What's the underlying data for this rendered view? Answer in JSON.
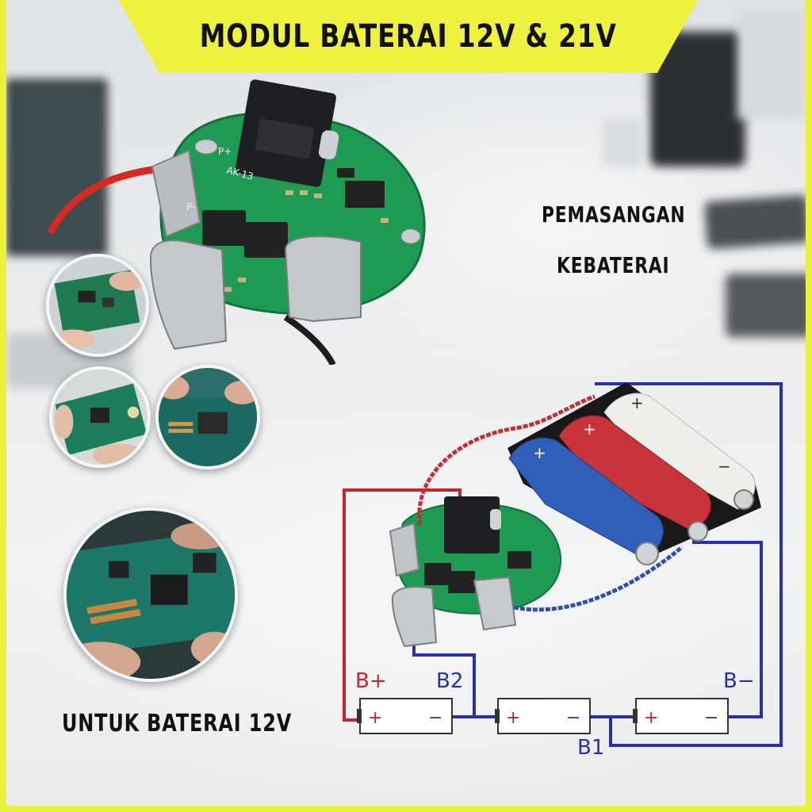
{
  "banner": {
    "title": "MODUL BATERAI 12V & 21V"
  },
  "labels": {
    "install_line1": "PEMASANGAN",
    "install_line2": "KEBATERAI",
    "battery_12v": "UNTUK BATERAI 12V"
  },
  "schematic": {
    "terminal_bplus": "B+",
    "terminal_b2": "B2",
    "terminal_bminus": "B−",
    "terminal_b1": "B1",
    "cells": [
      {
        "plus": "+",
        "minus": "−"
      },
      {
        "plus": "+",
        "minus": "−"
      },
      {
        "plus": "+",
        "minus": "−"
      }
    ],
    "wire_colors": {
      "positive": "#c8232b",
      "negative": "#2b2fa8"
    }
  },
  "board": {
    "silkscreen": [
      "P-",
      "P+",
      "AK-13"
    ]
  },
  "battery_pack": {
    "cell_colors": [
      "#2f5fb8",
      "#c9343b",
      "#efefea"
    ],
    "cell_markings": [
      "+",
      "+",
      "+",
      "−"
    ]
  },
  "colors": {
    "accent_yellow": "#eef23f",
    "pcb_green": "#1f9a52"
  }
}
